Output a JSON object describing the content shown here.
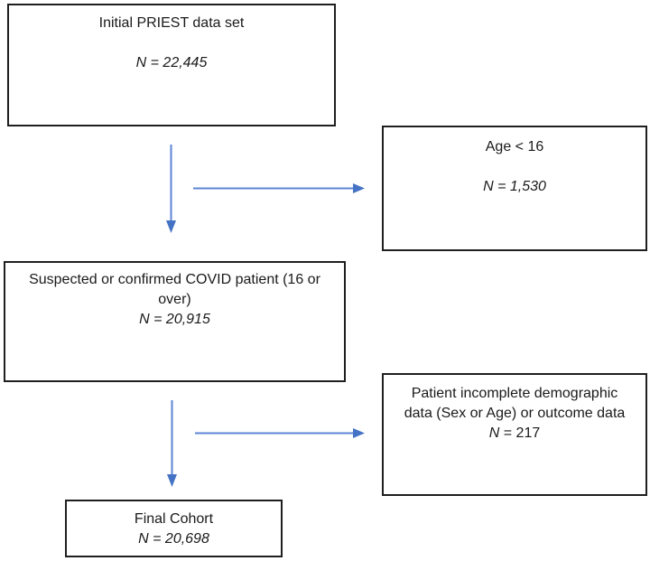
{
  "diagram": {
    "kind": "patient-flow-diagram",
    "boxes": {
      "initial": {
        "label": "Initial PRIEST data set",
        "n": "N = 22,445"
      },
      "age_excluded": {
        "label": "Age < 16",
        "n": "N = 1,530"
      },
      "suspected": {
        "label_line1": "Suspected or confirmed COVID patient (16 or",
        "label_line2": "over)",
        "n": "N = 20,915"
      },
      "incomplete_excluded": {
        "label_line1": "Patient incomplete demographic",
        "label_line2": "data (Sex or Age) or outcome data",
        "n_prefix": "N",
        "n_rest": " = 217"
      },
      "final": {
        "label": "Final Cohort",
        "n": "N = 20,698"
      }
    },
    "flow": [
      "initial -> suspected (excluding age_excluded)",
      "suspected -> final (excluding incomplete_excluded)"
    ]
  },
  "colors": {
    "arrow": "#4472C4",
    "arrow_line": "#5b85d6",
    "box_border": "#1f1f1f",
    "text": "#1a1a1a",
    "background": "#ffffff"
  }
}
